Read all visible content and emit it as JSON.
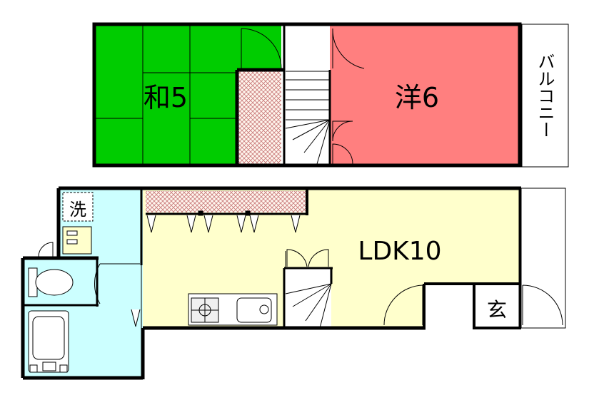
{
  "rooms": {
    "washitsu": "和5",
    "youshitsu": "洋6",
    "balcony": "バルコニー",
    "ldk": "LDK10",
    "laundry": "洗",
    "entrance": "玄"
  },
  "colors": {
    "washitsu": "#00cc00",
    "youshitsu": "#ff7f7f",
    "ldk": "#ffffcc",
    "wet_area": "#ccffff",
    "wall": "#000000",
    "closet_hatch": "#c87878"
  }
}
